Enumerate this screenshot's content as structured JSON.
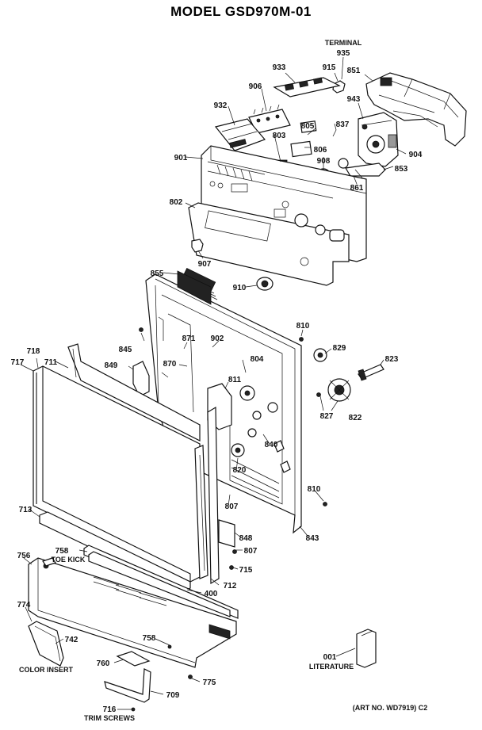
{
  "title": "MODEL GSD970M-01",
  "art_no": "(ART NO. WD7919) C2",
  "captions": {
    "terminal": "TERMINAL",
    "toe_kick": "TOE KICK",
    "color_insert": "COLOR INSERT",
    "trim_screws": "TRIM SCREWS",
    "literature": "LITERATURE"
  },
  "parts": {
    "p935": "935",
    "p915": "915",
    "p851": "851",
    "p933": "933",
    "p906": "906",
    "p943": "943",
    "p932": "932",
    "p805": "805",
    "p837": "837",
    "p803": "803",
    "p806": "806",
    "p904": "904",
    "p901": "901",
    "p908": "908",
    "p853": "853",
    "p861": "861",
    "p802": "802",
    "p907": "907",
    "p855": "855",
    "p910": "910",
    "p810a": "810",
    "p829": "829",
    "p823": "823",
    "p845": "845",
    "p871": "871",
    "p902": "902",
    "p718": "718",
    "p849": "849",
    "p870": "870",
    "p804": "804",
    "p717": "717",
    "p711": "711",
    "p811": "811",
    "p827": "827",
    "p822": "822",
    "p840": "840",
    "p820": "820",
    "p810b": "810",
    "p713": "713",
    "p807": "807",
    "p843": "843",
    "p848": "848",
    "p758a": "758",
    "p756": "756",
    "p807b": "807",
    "p715": "715",
    "p712": "712",
    "p400": "400",
    "p774": "774",
    "p742": "742",
    "p758b": "758",
    "p001": "001",
    "p760": "760",
    "p775": "775",
    "p709": "709",
    "p716": "716"
  }
}
